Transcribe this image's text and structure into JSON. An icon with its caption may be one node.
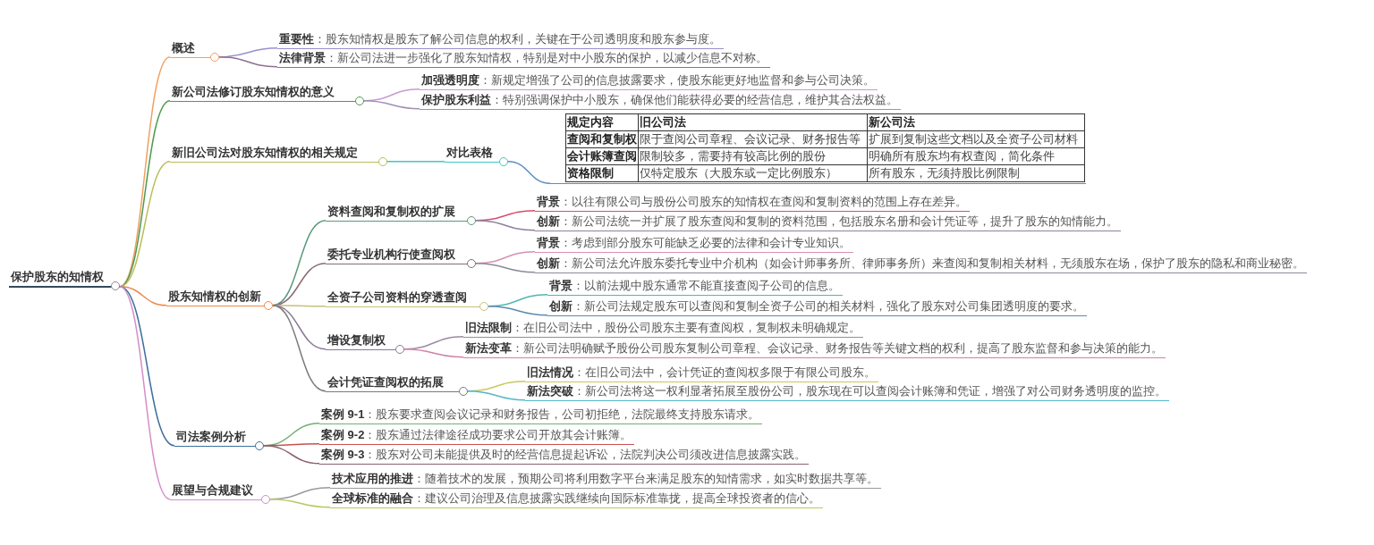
{
  "diagram": {
    "nodes": [
      {
        "text": [
          "保护股东的知情权"
        ]
      },
      {
        "text": [
          "概述"
        ]
      },
      {
        "text": [
          "**重要性**：股东知情权是股东了解公司信息的权利，关键在于公司透明度和股东参与度。"
        ]
      },
      {
        "text": [
          "**法律背景**：新公司法进一步强化了股东知情权，特别是对中小股东的保护，以减少信息不对称。"
        ]
      },
      {
        "text": [
          "新公司法修订股东知情权的意义"
        ]
      },
      {
        "text": [
          "**加强透明度**：新规定增强了公司的信息披露要求，使股东能更好地监督和参与公司决策。"
        ]
      },
      {
        "text": [
          "**保护股东利益**：特别强调保护中小股东，确保他们能获得必要的经营信息，维护其合法权益。"
        ]
      },
      {
        "text": [
          "新旧公司法对股东知情权的相关规定"
        ]
      },
      {
        "text": [
          "对比表格"
        ]
      },
      {
        "text": [
          "规定内容",
          "旧公司法",
          "新公司法",
          "查阅和复制权",
          "限于查阅公司章程、会议记录、财务报告等",
          "扩展到复制这些文档以及全资子公司材料",
          "会计账簿查阅",
          "限制较多，需要持有较高比例的股份",
          "明确所有股东均有权查阅，简化条件",
          "资格限制",
          "仅特定股东（大股东或一定比例股东）",
          "所有股东，无须持股比例限制"
        ]
      },
      {
        "text": [
          "股东知情权的创新"
        ]
      },
      {
        "text": [
          "资料查阅和复制权的扩展"
        ]
      },
      {
        "text": [
          "**背景**：以往有限公司与股份公司股东的知情权在查阅和复制资料的范围上存在差异。"
        ]
      },
      {
        "text": [
          "**创新**：新公司法统一并扩展了股东查阅和复制的资料范围，包括股东名册和会计凭证等，提升了股东的知情能力。"
        ]
      },
      {
        "text": [
          "委托专业机构行使查阅权"
        ]
      },
      {
        "text": [
          "**背景**：考虑到部分股东可能缺乏必要的法律和会计专业知识。"
        ]
      },
      {
        "text": [
          "**创新**：新公司法允许股东委托专业中介机构（如会计师事务所、律师事务所）来查阅和复制相关材料，无须股东在场，保护了股东的隐私和商业秘密。"
        ]
      },
      {
        "text": [
          "全资子公司资料的穿透查阅"
        ]
      },
      {
        "text": [
          "**背景**：以前法规中股东通常不能直接查阅子公司的信息。"
        ]
      },
      {
        "text": [
          "**创新**：新公司法规定股东可以查阅和复制全资子公司的相关材料，强化了股东对公司集团透明度的要求。"
        ]
      },
      {
        "text": [
          "增设复制权"
        ]
      },
      {
        "text": [
          "**旧法限制**：在旧公司法中，股份公司股东主要有查阅权，复制权未明确规定。"
        ]
      },
      {
        "text": [
          "**新法变革**：新公司法明确赋予股份公司股东复制公司章程、会议记录、财务报告等关键文档的权利，提高了股东监督和参与决策的能力。"
        ]
      },
      {
        "text": [
          "会计凭证查阅权的拓展"
        ]
      },
      {
        "text": [
          "**旧法情况**：在旧公司法中，会计凭证的查阅权多限于有限公司股东。"
        ]
      },
      {
        "text": [
          "**新法突破**：新公司法将这一权利显著拓展至股份公司，股东现在可以查阅会计账簿和凭证，增强了对公司财务透明度的监控。"
        ]
      },
      {
        "text": [
          "司法案例分析"
        ]
      },
      {
        "text": [
          "**案例 9-1**：股东要求查阅会议记录和财务报告，公司初拒绝，法院最终支持股东请求。"
        ]
      },
      {
        "text": [
          "**案例 9-2**：股东通过法律途径成功要求公司开放其会计账簿。"
        ]
      },
      {
        "text": [
          "**案例 9-3**：股东对公司未能提供及时的经营信息提起诉讼，法院判决公司须改进信息披露实践。"
        ]
      },
      {
        "text": [
          "展望与合规建议"
        ]
      },
      {
        "text": [
          "**技术应用的推进**：随着技术的发展，预期公司将利用数字平台来满足股东的知情需求，如实时数据共享等。"
        ]
      },
      {
        "text": [
          "**全球标准的融合**：建议公司治理及信息披露实践继续向国际标准靠拢，提高全球投资者的信心。"
        ]
      }
    ],
    "edges": [
      {
        "from": 0,
        "to": 1,
        "arrow": "none",
        "color": "#f0a060"
      },
      {
        "from": 1,
        "to": 2,
        "arrow": "none",
        "color": "#9a8fcc"
      },
      {
        "from": 1,
        "to": 3,
        "arrow": "none",
        "color": "#8e6f90"
      },
      {
        "from": 0,
        "to": 4,
        "arrow": "none",
        "color": "#4e9a4e"
      },
      {
        "from": 4,
        "to": 5,
        "arrow": "none",
        "color": "#c99ad2"
      },
      {
        "from": 4,
        "to": 6,
        "arrow": "none",
        "color": "#9e90b6"
      },
      {
        "from": 0,
        "to": 7,
        "arrow": "none",
        "color": "#b8bd5a"
      },
      {
        "from": 7,
        "to": 8,
        "arrow": "none",
        "color": "#3fc6c6"
      },
      {
        "from": 8,
        "to": 9,
        "arrow": "none",
        "color": "#5b8fc0"
      },
      {
        "from": 0,
        "to": 10,
        "arrow": "none",
        "color": "#ec8a4c"
      },
      {
        "from": 10,
        "to": 11,
        "arrow": "none",
        "color": "#5a9a7a"
      },
      {
        "from": 11,
        "to": 12,
        "arrow": "none",
        "color": "#d0506e"
      },
      {
        "from": 11,
        "to": 13,
        "arrow": "none",
        "color": "#8f7fa0"
      },
      {
        "from": 10,
        "to": 14,
        "arrow": "none",
        "color": "#8a6a78"
      },
      {
        "from": 14,
        "to": 15,
        "arrow": "none",
        "color": "#d890b0"
      },
      {
        "from": 14,
        "to": 16,
        "arrow": "none",
        "color": "#8a8a9a"
      },
      {
        "from": 10,
        "to": 17,
        "arrow": "none",
        "color": "#c8c07a"
      },
      {
        "from": 17,
        "to": 18,
        "arrow": "none",
        "color": "#4fb8b0"
      },
      {
        "from": 17,
        "to": 19,
        "arrow": "none",
        "color": "#5a8ab0"
      },
      {
        "from": 10,
        "to": 20,
        "arrow": "none",
        "color": "#8a7a9a"
      },
      {
        "from": 20,
        "to": 21,
        "arrow": "none",
        "color": "#9a8aa0"
      },
      {
        "from": 20,
        "to": 22,
        "arrow": "none",
        "color": "#d080a8"
      },
      {
        "from": 10,
        "to": 23,
        "arrow": "none",
        "color": "#7a7a7a"
      },
      {
        "from": 23,
        "to": 24,
        "arrow": "none",
        "color": "#c8c860"
      },
      {
        "from": 23,
        "to": 25,
        "arrow": "none",
        "color": "#50b8c8"
      },
      {
        "from": 0,
        "to": 26,
        "arrow": "none",
        "color": "#3d6f9e"
      },
      {
        "from": 26,
        "to": 27,
        "arrow": "none",
        "color": "#70b070"
      },
      {
        "from": 26,
        "to": 28,
        "arrow": "none",
        "color": "#c85050"
      },
      {
        "from": 26,
        "to": 29,
        "arrow": "none",
        "color": "#8a6070"
      },
      {
        "from": 0,
        "to": 30,
        "arrow": "none",
        "color": "#d68cc8"
      },
      {
        "from": 30,
        "to": 31,
        "arrow": "none",
        "color": "#9a9a9a"
      },
      {
        "from": 30,
        "to": 32,
        "arrow": "none",
        "color": "#b8c860"
      }
    ]
  }
}
